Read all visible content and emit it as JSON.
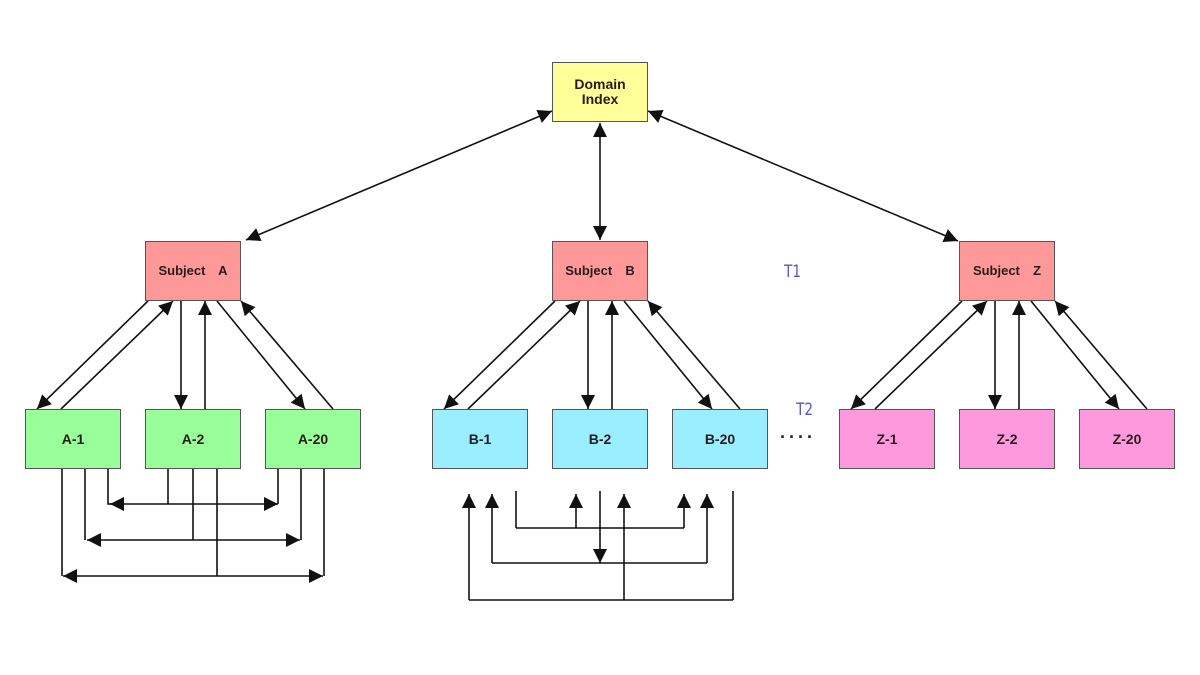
{
  "root": {
    "label": "Domain\nIndex",
    "line1": "Domain",
    "line2": "Index"
  },
  "subjects": [
    {
      "id": "A",
      "label": "Subject  A"
    },
    {
      "id": "B",
      "label": "Subject  B"
    },
    {
      "id": "Z",
      "label": "Subject  Z"
    }
  ],
  "leaves": {
    "A": [
      "A-1",
      "A-2",
      "A-20"
    ],
    "B": [
      "B-1",
      "B-2",
      "B-20"
    ],
    "Z": [
      "Z-1",
      "Z-2",
      "Z-20"
    ]
  },
  "tiers": {
    "t1": "T1",
    "t2": "T2"
  },
  "ellipsis": "....",
  "colors": {
    "root": "#ffff99",
    "subject": "#ff9999",
    "group_a": "#99ff99",
    "group_b": "#99eeff",
    "group_z": "#ff99dd",
    "tier_label": "#5555bb",
    "edge": "#111111"
  },
  "edges": [
    {
      "from": "Domain Index",
      "to": "Subject A",
      "type": "bidirectional"
    },
    {
      "from": "Domain Index",
      "to": "Subject B",
      "type": "bidirectional"
    },
    {
      "from": "Domain Index",
      "to": "Subject Z",
      "type": "bidirectional"
    },
    {
      "from": "Subject A",
      "to": "A-1",
      "type": "two-way pair"
    },
    {
      "from": "Subject A",
      "to": "A-2",
      "type": "two-way pair"
    },
    {
      "from": "Subject A",
      "to": "A-20",
      "type": "two-way pair"
    },
    {
      "from": "Subject B",
      "to": "B-1",
      "type": "two-way pair"
    },
    {
      "from": "Subject B",
      "to": "B-2",
      "type": "two-way pair"
    },
    {
      "from": "Subject B",
      "to": "B-20",
      "type": "two-way pair"
    },
    {
      "from": "Subject Z",
      "to": "Z-1",
      "type": "two-way pair"
    },
    {
      "from": "Subject Z",
      "to": "Z-2",
      "type": "two-way pair"
    },
    {
      "from": "Subject Z",
      "to": "Z-20",
      "type": "two-way pair"
    }
  ]
}
